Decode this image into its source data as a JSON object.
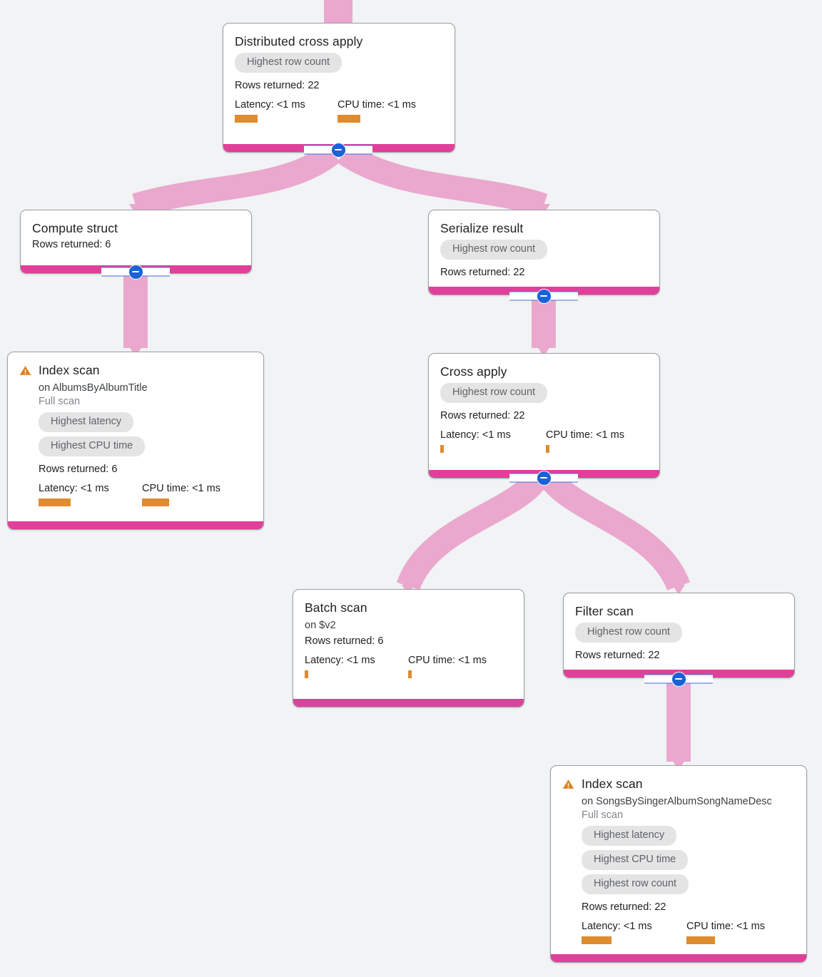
{
  "theme": {
    "background": "#f1f3f4",
    "node_accent": "#e0409a",
    "edge": "#eaa8ce",
    "chip_bg": "#e4e4e4",
    "bar": "#e08b2e",
    "warn": "#e0821e",
    "collapse": "#1a62d6"
  },
  "labels": {
    "rows_prefix": "Rows returned: ",
    "latency_prefix": "Latency: ",
    "cpu_prefix": "CPU time: "
  },
  "nodes": [
    {
      "id": "distributed-cross-apply",
      "title": "Distributed cross apply",
      "warn": false,
      "subtitle": null,
      "subtitle_muted": null,
      "chips": [
        "Highest row count"
      ],
      "rows": "Rows returned: 22",
      "latency": "Latency: <1 ms",
      "cpu": "CPU time: <1 ms",
      "latency_bar_width": 32,
      "cpu_bar_width": 32,
      "collapsed": false
    },
    {
      "id": "compute-struct",
      "title": "Compute struct",
      "warn": false,
      "subtitle": null,
      "subtitle_muted": null,
      "chips": [],
      "rows": "Rows returned: 6",
      "latency": null,
      "cpu": null,
      "latency_bar_width": 0,
      "cpu_bar_width": 0,
      "collapsed": false
    },
    {
      "id": "serialize-result",
      "title": "Serialize result",
      "warn": false,
      "subtitle": null,
      "subtitle_muted": null,
      "chips": [
        "Highest row count"
      ],
      "rows": "Rows returned: 22",
      "latency": null,
      "cpu": null,
      "latency_bar_width": 0,
      "cpu_bar_width": 0,
      "collapsed": false
    },
    {
      "id": "index-scan-albums",
      "title": "Index scan",
      "warn": true,
      "subtitle": "on AlbumsByAlbumTitle",
      "subtitle_muted": "Full scan",
      "chips": [
        "Highest latency",
        "Highest CPU time"
      ],
      "rows": "Rows returned: 6",
      "latency": "Latency: <1 ms",
      "cpu": "CPU time: <1 ms",
      "latency_bar_width": 45,
      "cpu_bar_width": 38,
      "collapsed": false
    },
    {
      "id": "cross-apply",
      "title": "Cross apply",
      "warn": false,
      "subtitle": null,
      "subtitle_muted": null,
      "chips": [
        "Highest row count"
      ],
      "rows": "Rows returned: 22",
      "latency": "Latency: <1 ms",
      "cpu": "CPU time: <1 ms",
      "latency_bar_width": 5,
      "cpu_bar_width": 5,
      "collapsed": false
    },
    {
      "id": "batch-scan",
      "title": "Batch scan",
      "warn": false,
      "subtitle": "on $v2",
      "subtitle_muted": null,
      "chips": [],
      "rows": "Rows returned: 6",
      "latency": "Latency: <1 ms",
      "cpu": "CPU time: <1 ms",
      "latency_bar_width": 5,
      "cpu_bar_width": 5,
      "collapsed": false
    },
    {
      "id": "filter-scan",
      "title": "Filter scan",
      "warn": false,
      "subtitle": null,
      "subtitle_muted": null,
      "chips": [
        "Highest row count"
      ],
      "rows": "Rows returned: 22",
      "latency": null,
      "cpu": null,
      "latency_bar_width": 0,
      "cpu_bar_width": 0,
      "collapsed": false
    },
    {
      "id": "index-scan-songs",
      "title": "Index scan",
      "warn": true,
      "subtitle": "on SongsBySingerAlbumSongNameDesc",
      "subtitle_muted": "Full scan",
      "chips": [
        "Highest latency",
        "Highest CPU time",
        "Highest row count"
      ],
      "rows": "Rows returned: 22",
      "latency": "Latency: <1 ms",
      "cpu": "CPU time: <1 ms",
      "latency_bar_width": 42,
      "cpu_bar_width": 40,
      "collapsed": false
    }
  ],
  "edges": [
    {
      "from": "root-inlet",
      "to": "distributed-cross-apply"
    },
    {
      "from": "distributed-cross-apply",
      "to": "compute-struct"
    },
    {
      "from": "distributed-cross-apply",
      "to": "serialize-result"
    },
    {
      "from": "compute-struct",
      "to": "index-scan-albums"
    },
    {
      "from": "serialize-result",
      "to": "cross-apply"
    },
    {
      "from": "cross-apply",
      "to": "batch-scan"
    },
    {
      "from": "cross-apply",
      "to": "filter-scan"
    },
    {
      "from": "filter-scan",
      "to": "index-scan-songs"
    }
  ]
}
